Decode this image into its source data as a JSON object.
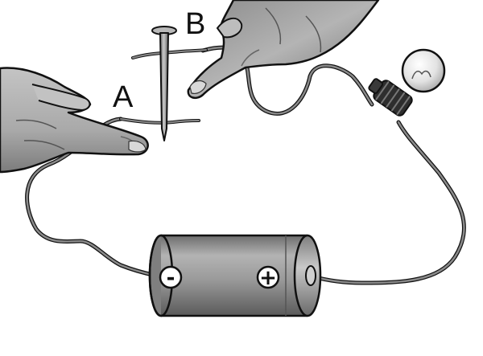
{
  "labels": {
    "a": "A",
    "b": "B"
  },
  "battery": {
    "negative_sign": "-",
    "positive_sign": "+"
  },
  "components": {
    "nail": "iron-nail",
    "bulb": "light-bulb",
    "battery": "battery-cell",
    "left_hand": "left-hand",
    "right_hand": "right-hand"
  },
  "colors": {
    "skin_light": "#b5b5b5",
    "skin_dark": "#6f6f6f",
    "outline": "#111111",
    "wire": "#7a7a7a",
    "battery_body": "#9a9a9a"
  }
}
